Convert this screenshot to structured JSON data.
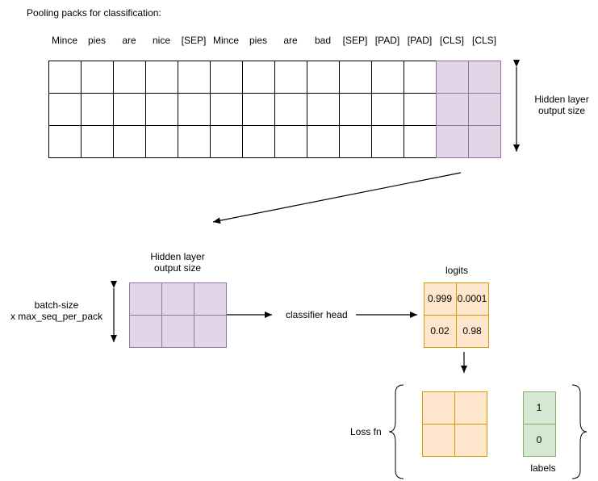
{
  "title": "Pooling packs for classification:",
  "tokens": [
    "Mince",
    "pies",
    "are",
    "nice",
    "[SEP]",
    "Mince",
    "pies",
    "are",
    "bad",
    "[SEP]",
    "[PAD]",
    "[PAD]",
    "[CLS]",
    "[CLS]"
  ],
  "top_grid_label": "Hidden layer\noutput size",
  "pooled_label": "Hidden layer\noutput size",
  "batch_label": "batch-size\nx max_seq_per_pack",
  "classifier_label": "classifier head",
  "logits_label": "logits",
  "logits_values": [
    "0.999",
    "0.0001",
    "0.02",
    "0.98"
  ],
  "loss_label": "Loss fn",
  "labels_values": [
    "1",
    "0"
  ],
  "labels_caption": "labels",
  "colors": {
    "purple_fill": "#e1d5e7",
    "purple_stroke": "#9673a6",
    "orange_fill": "#ffe6cc",
    "orange_stroke": "#d79b00",
    "green_fill": "#d5e8d4",
    "green_stroke": "#82b366"
  }
}
